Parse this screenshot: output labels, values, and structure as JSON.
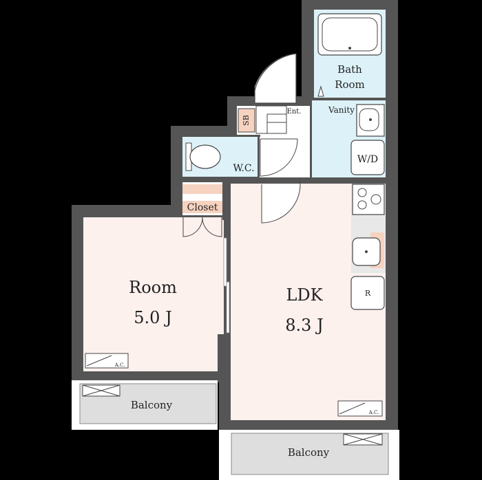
{
  "rooms": {
    "bath": {
      "line1": "Bath",
      "line2": "Room"
    },
    "vanity": "Vanity",
    "entrance": "Ent.",
    "shoe_box": "SB",
    "toilet": "W.C.",
    "washer": "W/D",
    "closet": "Closet",
    "room": {
      "name": "Room",
      "size": "5.0 J"
    },
    "ldk": {
      "name": "LDK",
      "size": "8.3 J"
    },
    "refrigerator": "R",
    "balcony_left": "Balcony",
    "balcony_right": "Balcony"
  },
  "ac_units": {
    "room_ac": "A.C.",
    "ldk_ac": "A.C."
  },
  "colors": {
    "background": "#000000",
    "wall": "#555555",
    "wet_area": "#ddf2f8",
    "living_area": "#fdf1ee",
    "closet_fill": "#f6d2c0",
    "balcony": "#dedede"
  }
}
